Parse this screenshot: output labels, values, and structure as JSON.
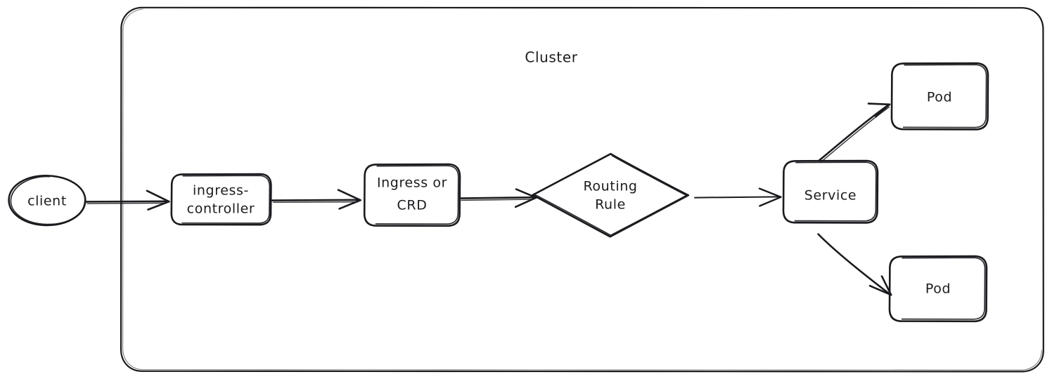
{
  "diagram": {
    "title": "Cluster",
    "background_color": "#ffffff",
    "stroke_color": "#1b1b1f",
    "style": "hand-drawn",
    "cluster": {
      "label": "Cluster"
    },
    "nodes": [
      {
        "id": "client",
        "label": "client",
        "shape": "ellipse"
      },
      {
        "id": "ingress-controller",
        "label": "ingress-\ncontroller",
        "line1": "ingress-",
        "line2": "controller",
        "shape": "rounded-rect"
      },
      {
        "id": "ingress-or-crd",
        "label": "Ingress or\nCRD",
        "line1": "Ingress or",
        "line2": "CRD",
        "shape": "rounded-rect"
      },
      {
        "id": "routing-rule",
        "label": "Routing\nRule",
        "line1": "Routing",
        "line2": "Rule",
        "shape": "diamond"
      },
      {
        "id": "service",
        "label": "Service",
        "shape": "rounded-rect"
      },
      {
        "id": "pod-top",
        "label": "Pod",
        "shape": "rounded-rect"
      },
      {
        "id": "pod-bottom",
        "label": "Pod",
        "shape": "rounded-rect"
      }
    ],
    "edges": [
      {
        "id": "edge-client-to-ingress-controller",
        "from": "client",
        "to": "ingress-controller",
        "label": ""
      },
      {
        "id": "edge-ingress-controller-to-crd",
        "from": "ingress-controller",
        "to": "ingress-or-crd",
        "label": ""
      },
      {
        "id": "edge-crd-to-routing-rule",
        "from": "ingress-or-crd",
        "to": "routing-rule",
        "label": ""
      },
      {
        "id": "edge-routing-rule-to-service",
        "from": "routing-rule",
        "to": "service",
        "label": ""
      },
      {
        "id": "edge-service-to-pod-top",
        "from": "service",
        "to": "pod-top",
        "label": ""
      },
      {
        "id": "edge-service-to-pod-bottom",
        "from": "service",
        "to": "pod-bottom",
        "label": ""
      }
    ]
  }
}
